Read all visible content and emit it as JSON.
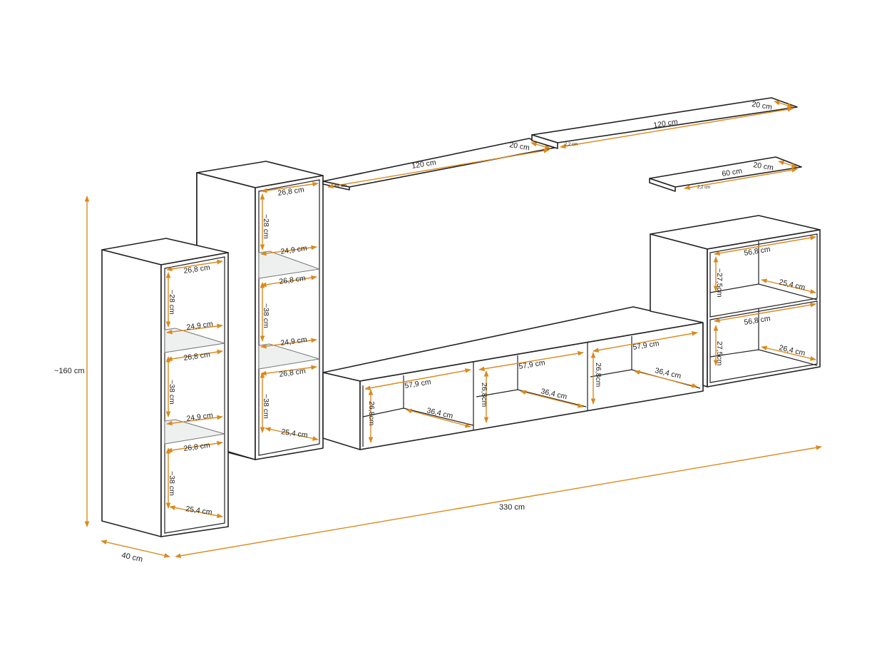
{
  "dimensions": {
    "height_total": "~160 cm",
    "depth_total": "40 cm",
    "width_total": "330 cm"
  },
  "left_cabinet": {
    "top_width": "26,8 cm",
    "shelf1_height": "~28 cm",
    "glass1_width": "24,9 cm",
    "glass1_under": "26,8 cm",
    "shelf2_height": "~38 cm",
    "glass2_width": "24,9 cm",
    "glass2_under": "26,8 cm",
    "shelf3_height": "~38 cm",
    "bottom_depth": "25,4 cm"
  },
  "tall_cabinet": {
    "top_width": "26,8 cm",
    "shelf1_height": "~28 cm",
    "glass1_width": "24,9 cm",
    "glass1_under": "26,8 cm",
    "shelf2_height": "~38 cm",
    "glass2_width": "24,9 cm",
    "glass2_under": "26,8 cm",
    "shelf3_height": "~38 cm",
    "bottom_depth": "25,4 cm"
  },
  "shelf_long_1": {
    "length": "120 cm",
    "depth": "20 cm",
    "thickness": "2,2 cm"
  },
  "shelf_long_2": {
    "length": "120 cm",
    "depth": "20 cm",
    "thickness": "2,2 cm"
  },
  "shelf_short": {
    "length": "60 cm",
    "depth": "20 cm",
    "thickness": "2,2 cm"
  },
  "tv_unit": {
    "compartments": [
      {
        "width": "57,9 cm",
        "height": "26,8cm",
        "depth": "36,4 cm"
      },
      {
        "width": "57,9 cm",
        "height": "26,8cm",
        "depth": "36,4 cm"
      },
      {
        "width": "57,9 cm",
        "height": "26,8cm",
        "depth": "36,4 cm"
      }
    ]
  },
  "right_cabinet": {
    "upper_width": "56,8 cm",
    "upper_height": "~27,5cm",
    "upper_depth": "25,4 cm",
    "lower_width": "56,8 cm",
    "lower_height": "27,5cm",
    "lower_depth": "26,4 cm"
  },
  "colors": {
    "dimension_line": "#d98a1e",
    "outline": "#222222",
    "background": "#ffffff"
  }
}
